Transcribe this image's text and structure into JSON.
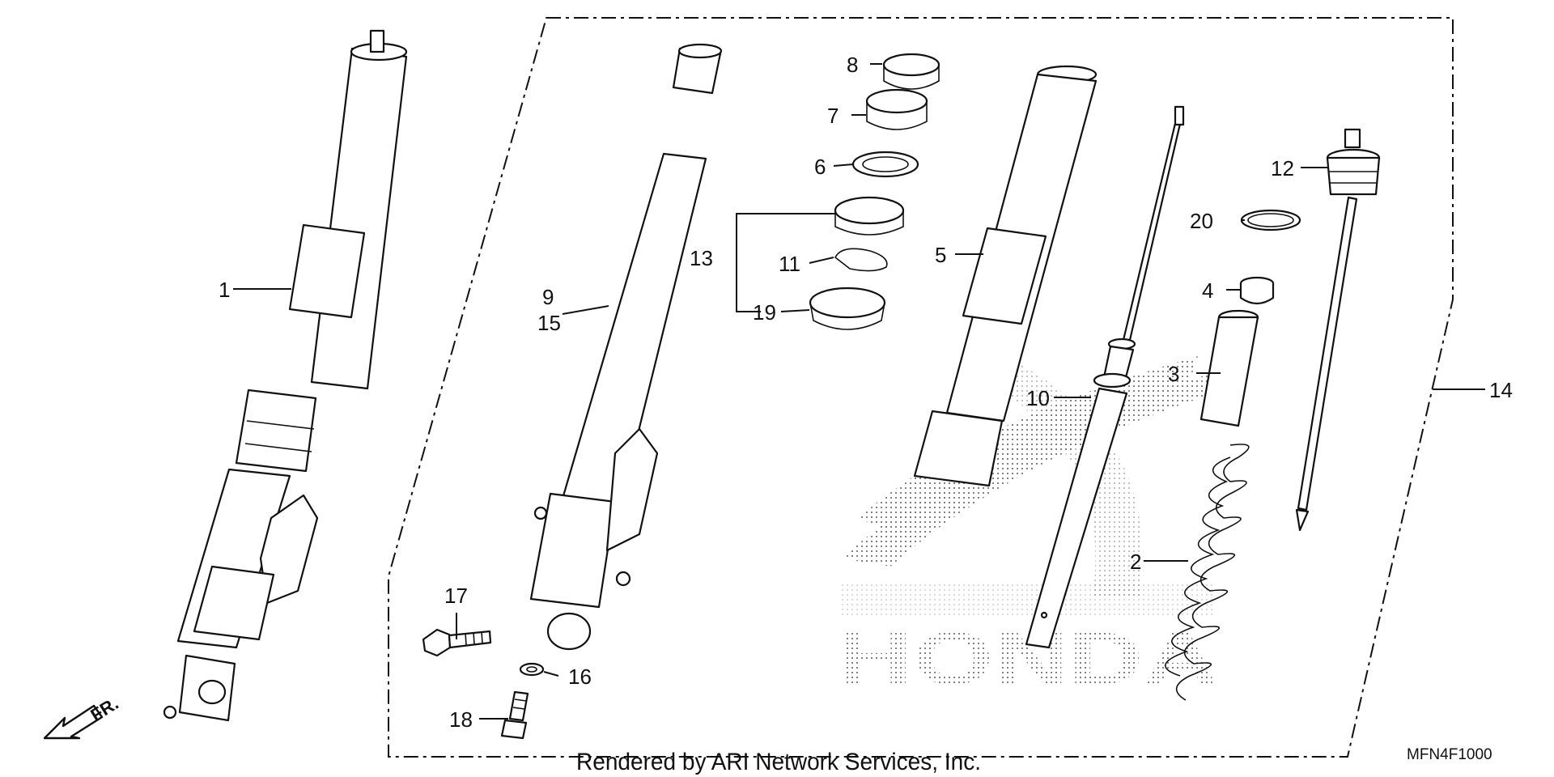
{
  "callouts": {
    "c1": "1",
    "c2": "2",
    "c3": "3",
    "c4": "4",
    "c5": "5",
    "c6": "6",
    "c7": "7",
    "c8": "8",
    "c9": "9",
    "c10": "10",
    "c11": "11",
    "c12": "12",
    "c13": "13",
    "c14": "14",
    "c15": "15",
    "c16": "16",
    "c17": "17",
    "c18": "18",
    "c19": "19",
    "c20": "20"
  },
  "direction": {
    "label": "FR."
  },
  "footer": {
    "credit": "Rendered by ARI Network Services, Inc.",
    "diagram_code": "MFN4F1000"
  },
  "watermark": {
    "brand_text": "HONDA"
  }
}
